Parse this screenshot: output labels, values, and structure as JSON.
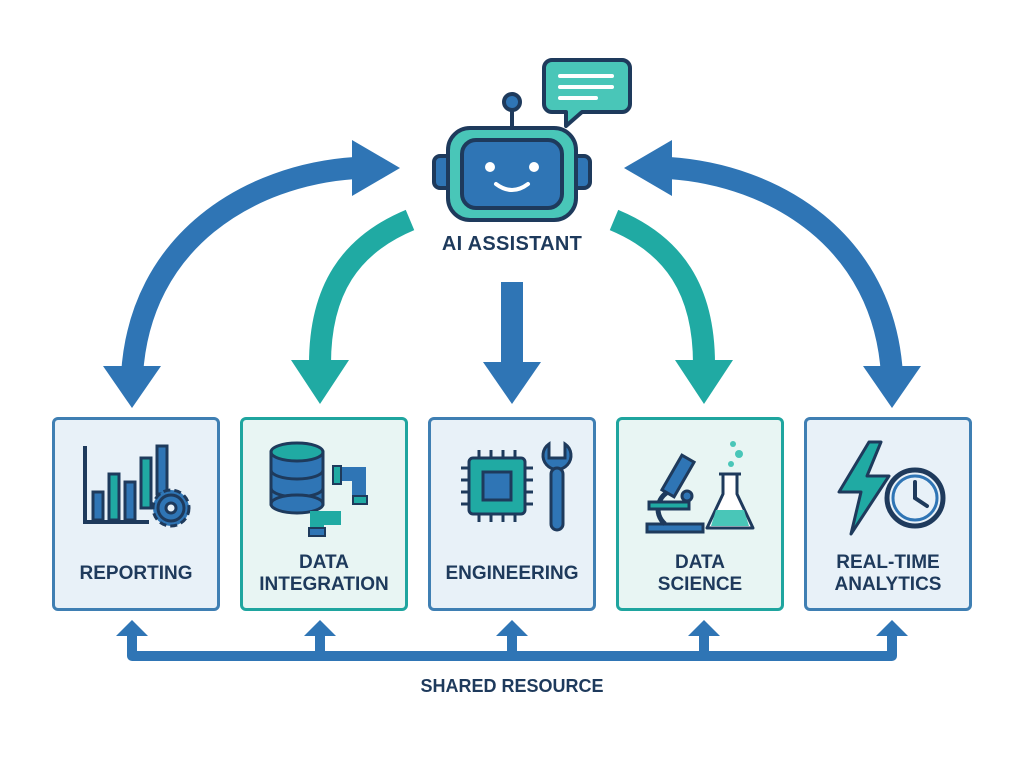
{
  "diagram": {
    "assistant": {
      "label": "AI ASSISTANT",
      "icon": "robot-icon",
      "bubble_icon": "chat-bubble-icon"
    },
    "modules": [
      {
        "label": "REPORTING",
        "icon": "bar-chart-gear-icon",
        "style": "blue"
      },
      {
        "label": "DATA\nINTEGRATION",
        "icon": "database-pipe-icon",
        "style": "teal"
      },
      {
        "label": "ENGINEERING",
        "icon": "chip-wrench-icon",
        "style": "blue"
      },
      {
        "label": "DATA\nSCIENCE",
        "icon": "microscope-flask-icon",
        "style": "teal"
      },
      {
        "label": "REAL-TIME\nANALYTICS",
        "icon": "lightning-clock-icon",
        "style": "blue"
      }
    ],
    "shared": {
      "label": "SHARED RESOURCE"
    },
    "colors": {
      "blue": "#2f75b5",
      "teal": "#20aaa3",
      "navy": "#1e3a5c",
      "light_teal": "#49c6b8"
    }
  }
}
